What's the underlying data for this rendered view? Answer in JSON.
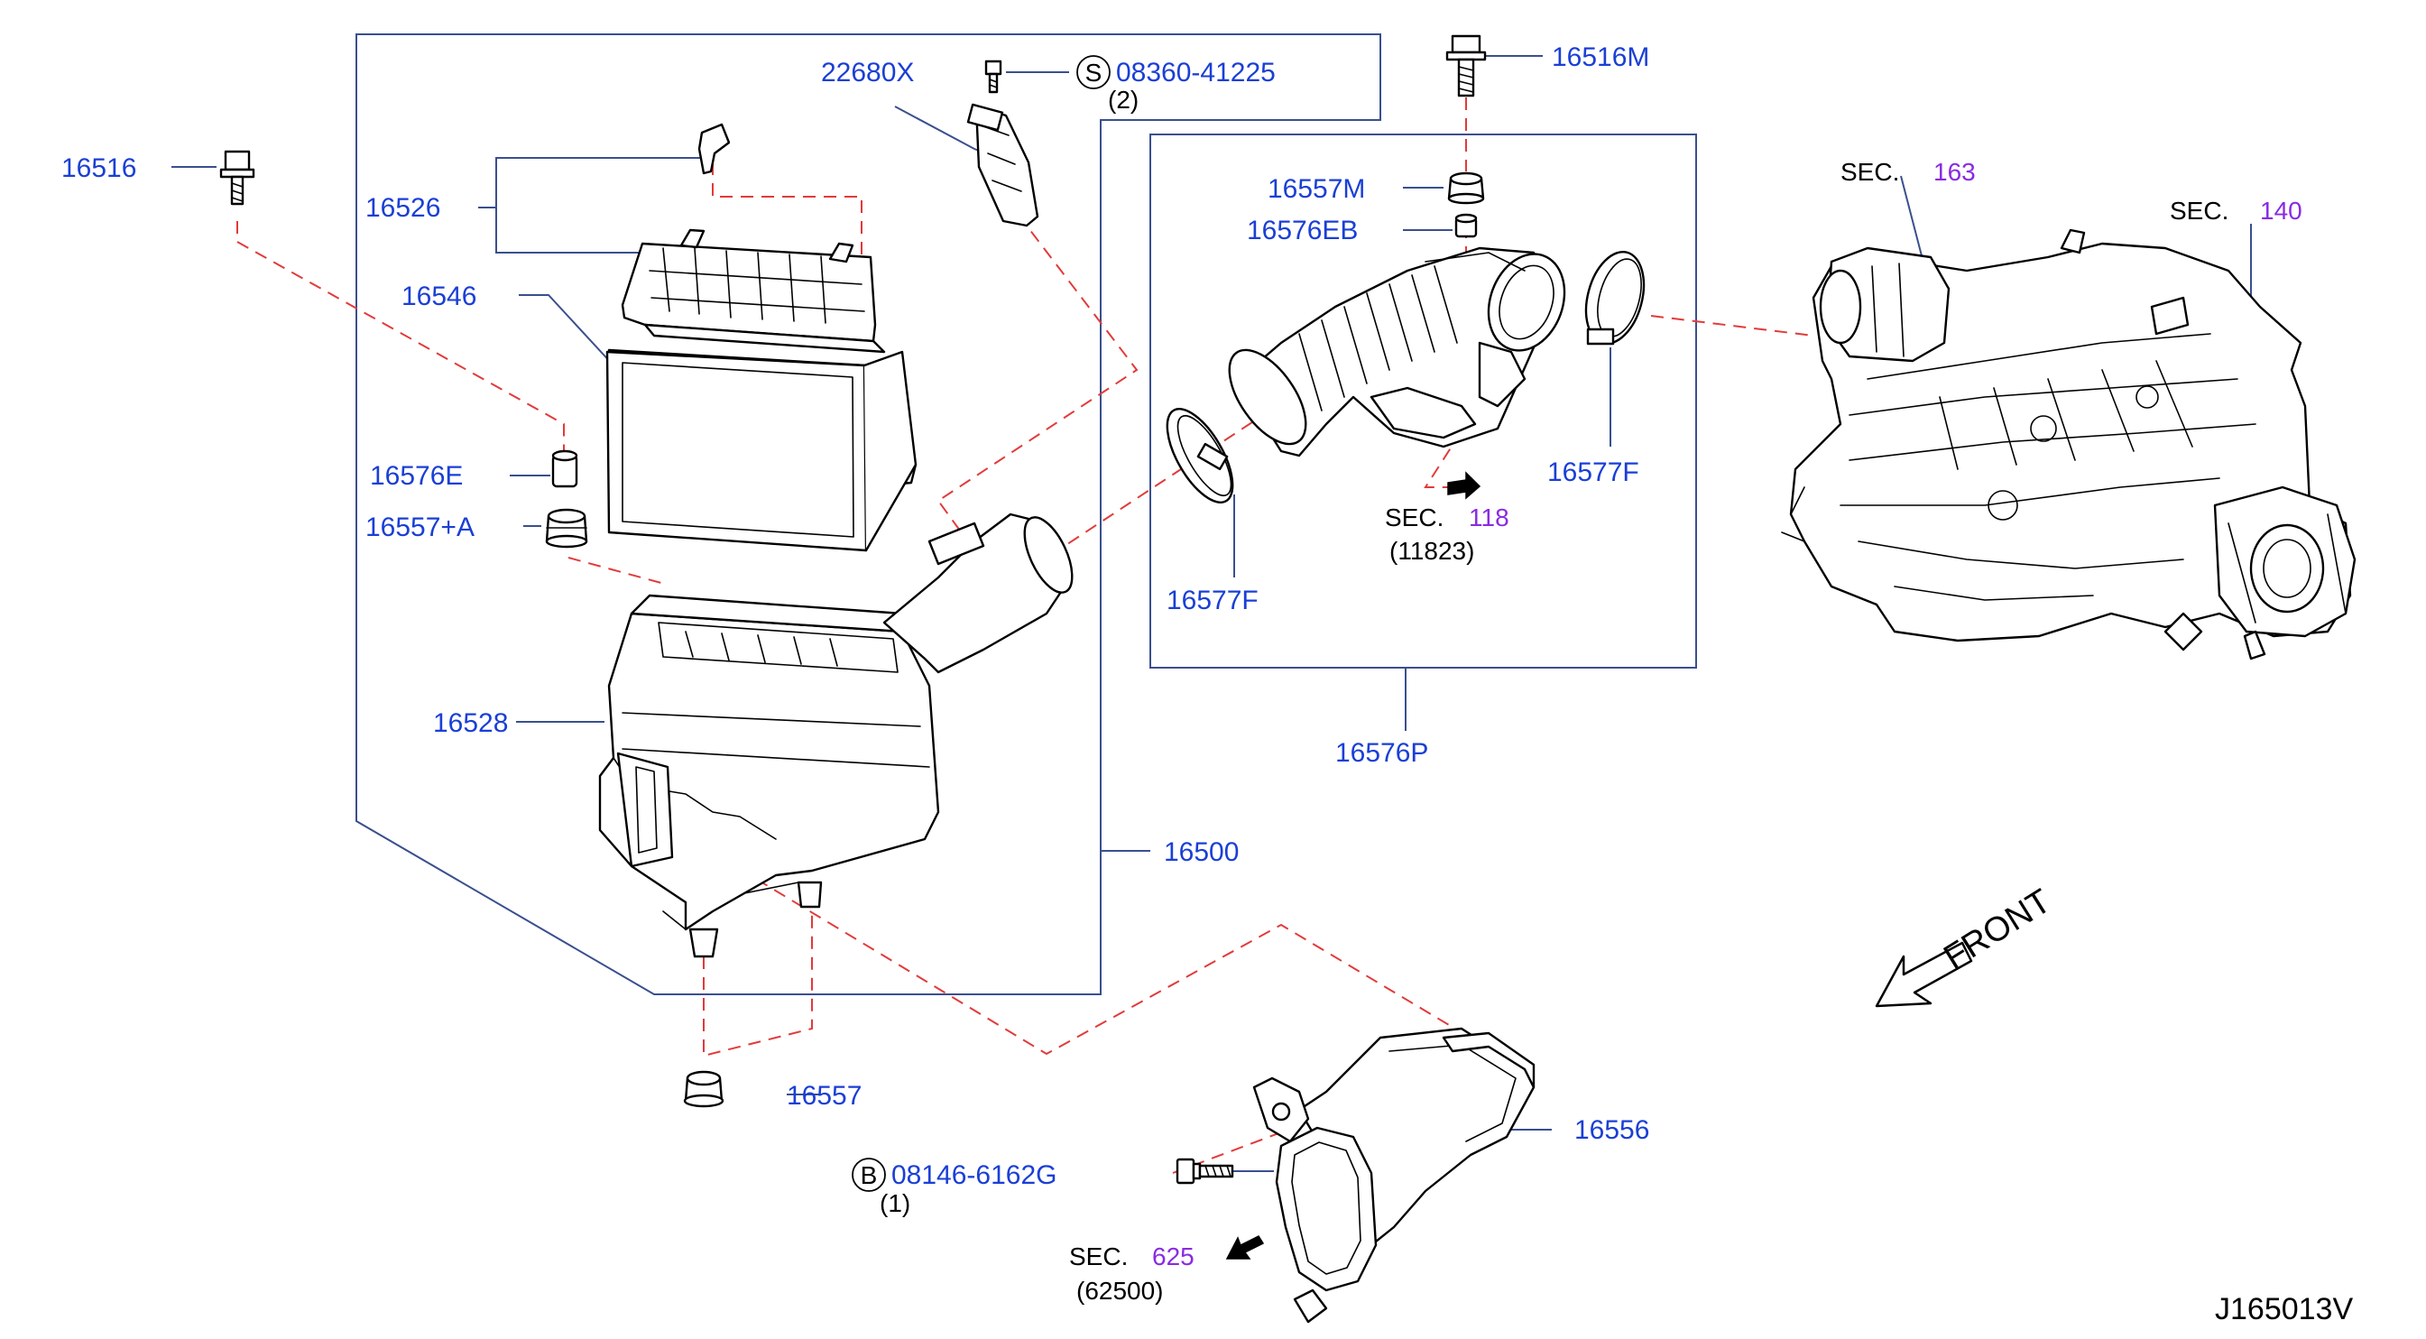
{
  "colors": {
    "part_number": "#1a3fd6",
    "section_number": "#8a2be2",
    "leader_line": "#3a4f8e",
    "dashed_leader": "#e23a3a",
    "line_art": "#000000"
  },
  "part_labels": {
    "p16516": "16516",
    "p16526": "16526",
    "p16546": "16546",
    "p16576E": "16576E",
    "p16557A": "16557+A",
    "p16528": "16528",
    "p16500": "16500",
    "p16557": "16557",
    "p22680X": "22680X",
    "p08360": "08360-41225",
    "p16516M": "16516M",
    "p16557M": "16557M",
    "p16576EB": "16576EB",
    "p16577F_right": "16577F",
    "p16577F_left": "16577F",
    "p16576P": "16576P",
    "p16556": "16556",
    "p08146": "08146-6162G"
  },
  "symbols": {
    "screw_prefix": "S",
    "bolt_prefix": "B"
  },
  "quantities": {
    "q08360": "(2)",
    "q08146": "(1)"
  },
  "section_refs": {
    "sec118": {
      "prefix": "SEC.",
      "number": "118",
      "sub": "(11823)"
    },
    "sec163": {
      "prefix": "SEC.",
      "number": "163"
    },
    "sec140": {
      "prefix": "SEC.",
      "number": "140"
    },
    "sec625": {
      "prefix": "SEC.",
      "number": "625",
      "sub": "(62500)"
    }
  },
  "front_label": "FRONT",
  "diagram_code": "J165013V"
}
